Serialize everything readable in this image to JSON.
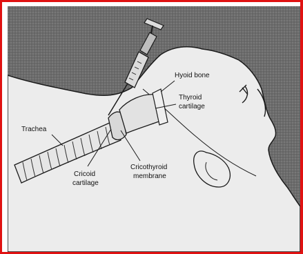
{
  "labels": {
    "hyoid_bone": "Hyoid bone",
    "thyroid_cartilage_1": "Thyroid",
    "thyroid_cartilage_2": "cartilage",
    "trachea": "Trachea",
    "cricoid_1": "Cricoid",
    "cricoid_2": "cartilage",
    "cricothyroid_1": "Cricothyroid",
    "cricothyroid_2": "membrane"
  },
  "colors": {
    "frame_border": "#e01212",
    "background": "#6a6a6a",
    "skin": "#ececec",
    "outline": "#1a1a1a"
  }
}
